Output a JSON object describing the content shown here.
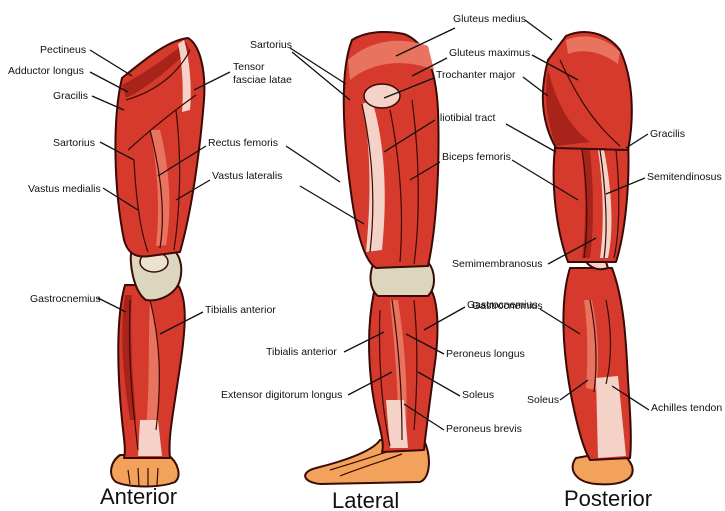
{
  "views": {
    "anterior": "Anterior",
    "lateral": "Lateral",
    "posterior": "Posterior"
  },
  "labels": {
    "anterior": {
      "pectineus": "Pectineus",
      "adductor_longus": "Adductor longus",
      "gracilis": "Gracilis",
      "sartorius": "Sartorius",
      "vastus_medialis": "Vastus medialis",
      "gastrocnemius": "Gastrocnemius",
      "tensor_fasciae_latae_1": "Tensor",
      "tensor_fasciae_latae_2": "fasciae latae",
      "rectus_femoris": "Rectus femoris",
      "vastus_lateralis": "Vastus lateralis",
      "tibialis_anterior": "Tibialis anterior"
    },
    "lateral": {
      "sartorius": "Sartorius",
      "iliotibial_tract": "Iliotibial tract",
      "biceps_femoris": "Biceps femoris",
      "tibialis_anterior": "Tibialis anterior",
      "extensor_digitorum_longus": "Extensor digitorum longus",
      "gastrocnemius": "Gastrocnemius",
      "peroneus_longus": "Peroneus longus",
      "soleus": "Soleus",
      "peroneus_brevis": "Peroneus brevis"
    },
    "posterior": {
      "gluteus_medius": "Gluteus medius",
      "gluteus_maximus": "Gluteus maximus",
      "trochanter_major": "Trochanter major",
      "gracilis": "Gracilis",
      "semitendinosus": "Semitendinosus",
      "semimembranosus": "Semimembranosus",
      "gastrocnemius": "Gastrocnemius",
      "soleus": "Soleus",
      "achilles_tendon": "Achilles tendon"
    }
  },
  "colors": {
    "muscle": "#d63a2c",
    "muscle_dark": "#a8241a",
    "muscle_light": "#e8735f",
    "tendon": "#f5d2c8",
    "bone": "#ddd6be",
    "foot": "#f2a25a",
    "outline": "#3a0a06"
  }
}
